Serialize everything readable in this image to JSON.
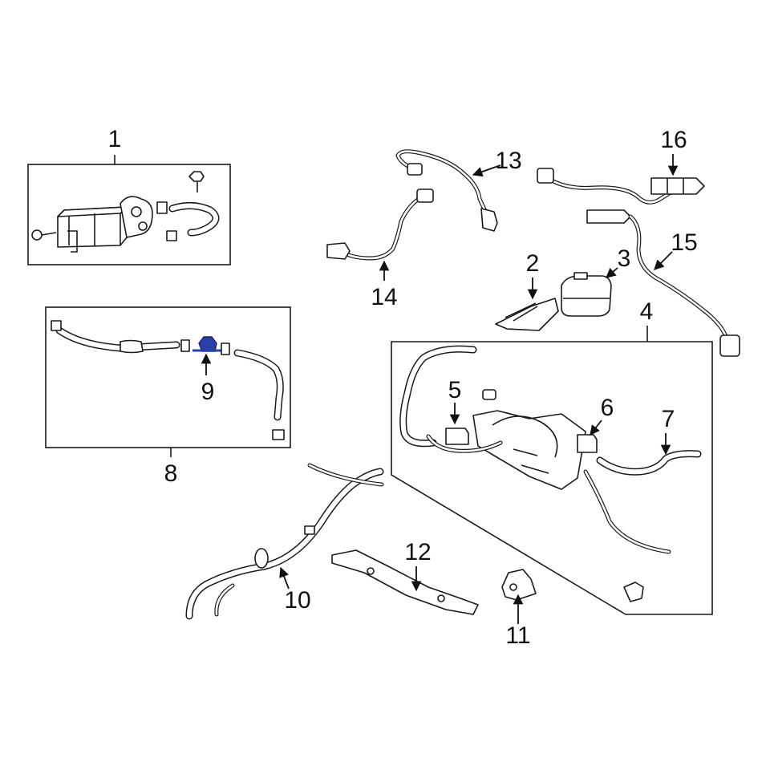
{
  "diagram": {
    "highlight_color": "#2b3fa8",
    "line_color": "#1a1a1a",
    "callouts": {
      "c1": "1",
      "c2": "2",
      "c3": "3",
      "c4": "4",
      "c5": "5",
      "c6": "6",
      "c7": "7",
      "c8": "8",
      "c9": "9",
      "c10": "10",
      "c11": "11",
      "c12": "12",
      "c13": "13",
      "c14": "14",
      "c15": "15",
      "c16": "16"
    }
  }
}
